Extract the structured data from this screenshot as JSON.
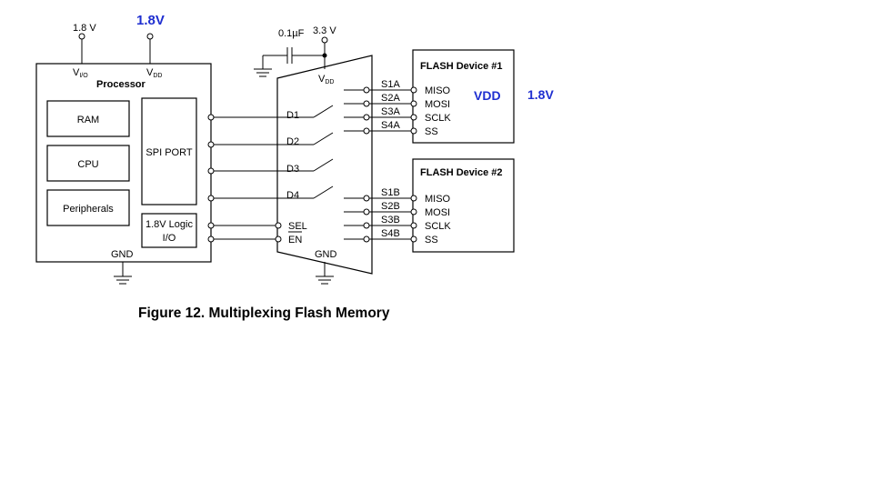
{
  "top": {
    "supply_label": "1.8 V",
    "supply_label_blue": "1.8V",
    "cap_label": "0.1µF",
    "mux_supply_label": "3.3 V"
  },
  "processor": {
    "title": "Processor",
    "vio_main": "V",
    "vio_sub": "I/O",
    "vdd_main": "V",
    "vdd_sub": "DD",
    "blocks": {
      "ram": "RAM",
      "cpu": "CPU",
      "peripherals": "Peripherals",
      "spi_port": "SPI PORT",
      "logic_line1": "1.8V Logic",
      "logic_line2": "I/O"
    },
    "gnd": "GND"
  },
  "mux": {
    "vdd_main": "V",
    "vdd_sub": "DD",
    "inputs": [
      "D1",
      "D2",
      "D3",
      "D4"
    ],
    "sel": "SEL",
    "en": "EN",
    "gnd": "GND",
    "outputs_a": [
      "S1A",
      "S2A",
      "S3A",
      "S4A"
    ],
    "outputs_b": [
      "S1B",
      "S2B",
      "S3B",
      "S4B"
    ]
  },
  "flash1": {
    "title": "FLASH Device #1",
    "pins": [
      "MISO",
      "MOSI",
      "SCLK",
      "SS"
    ]
  },
  "flash2": {
    "title": "FLASH Device #2",
    "pins": [
      "MISO",
      "MOSI",
      "SCLK",
      "SS"
    ]
  },
  "annotation": {
    "vdd": "VDD",
    "voltage": "1.8V"
  },
  "caption": "Figure 12.  Multiplexing Flash Memory"
}
